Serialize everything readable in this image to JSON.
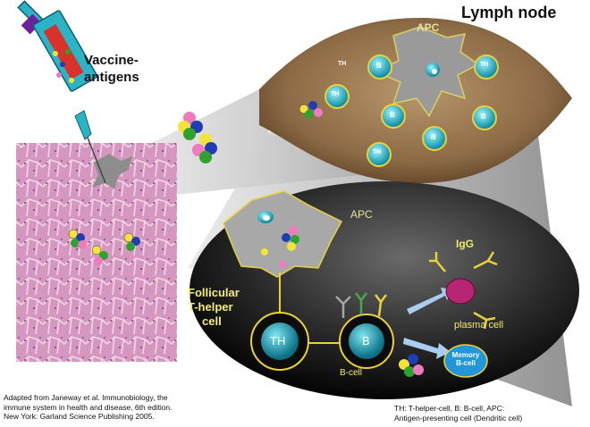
{
  "title": "Lymph node",
  "vaccine_label_line1": "Vaccine-",
  "vaccine_label_line2": "antigens",
  "apc_node_label": "APC",
  "apc_label": "APC",
  "cell_label_th": "TH",
  "cell_label_b": "B",
  "follicular_line1": "Follicular",
  "follicular_line2": "T-helper",
  "follicular_line3": "cell",
  "igg_label": "IgG",
  "plasma_label": "plasma cell",
  "bcell_label": "B-cell",
  "memory_line1": "Memory",
  "memory_line2": "B-cell",
  "credit_line1": "Adapted from Janeway et al. Immunobiology, the",
  "credit_line2": "immune system in health and disease, 6th edition.",
  "credit_line3": "New York: Garland Science Publishing 2005.",
  "legend_line1": "TH: T-helper-cell, B: B-cell, APC:",
  "legend_line2": "Antigen-presenting cell (Dendritic cell)",
  "colors": {
    "lymph_node": "#9a7a55",
    "tissue": "#d79ac0",
    "cell_cyan": "#2ec4d4",
    "apc_gray": "#9a9a9a",
    "yellow_outline": "#e8d23a",
    "arrow_blue": "#a8cdf0"
  }
}
